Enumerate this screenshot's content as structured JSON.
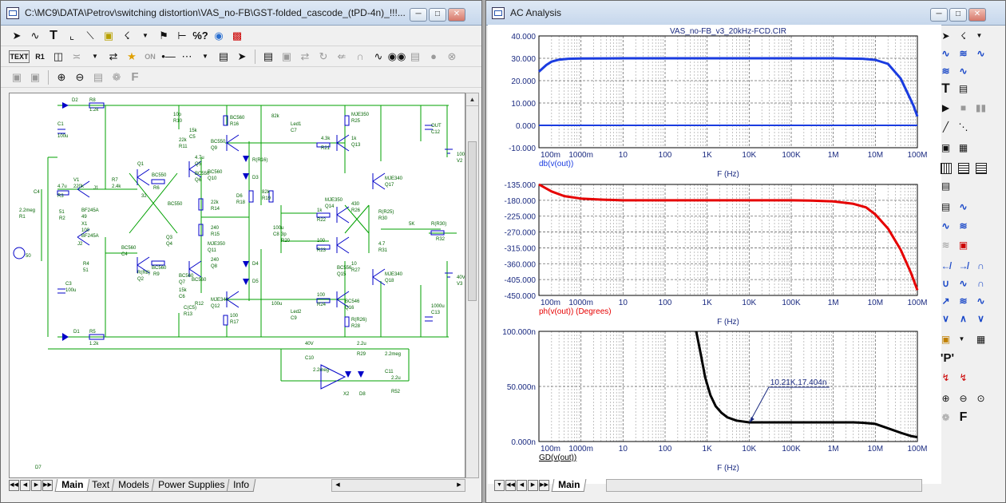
{
  "left_window": {
    "title": "C:\\MC9\\DATA\\Petrov\\switching distortion\\VAS_no-FB\\GST-folded_cascode_(tPD-4n)_!!!...",
    "tabs": [
      "Main",
      "Text",
      "Models",
      "Power Supplies",
      "Info"
    ],
    "active_tab": "Main",
    "toolbar1": [
      "select-arrow-icon",
      "wire-icon",
      "text-icon",
      "ortho-wire-icon",
      "diagonal-wire-icon",
      "flag-icon",
      "component-icon",
      "pin-flag-icon",
      "info-icon",
      "help-icon",
      "globe-icon",
      "toggle-icon"
    ],
    "toolbar2_text_button": "TEXT",
    "toolbar2_r1_label": "R1",
    "toolbar2_on_label": "ON",
    "schematic": {
      "components": [
        "D2",
        "R8",
        "1.2k",
        "C1",
        "100u",
        "C4",
        "4.7u",
        "R3",
        "51",
        "R2",
        "2.2meg",
        "R1",
        "50",
        "V1",
        "220k",
        "J1",
        "BF245A",
        "49",
        "X1",
        "100",
        "BF245A",
        "J2",
        "R4",
        "51",
        "C3",
        "100u",
        "D1",
        "R5",
        "1.2k",
        "R7",
        "2.4k",
        "Q1",
        "BC550",
        "R6",
        "32",
        "BC550",
        "Q3",
        "Q4",
        "BC560",
        "R9",
        "R(R8)",
        "Q2",
        "BC560",
        "C4",
        "10p",
        "R10",
        "22k",
        "R11",
        "15k",
        "C5",
        "4.7u",
        "Q5",
        "BC550",
        "Q6",
        "BC560",
        "Q7",
        "BC560",
        "R12",
        "15k",
        "C6",
        "C(C5)",
        "R13",
        "22k",
        "R14",
        "240",
        "R15",
        "240",
        "Q8",
        "BC550",
        "Q9",
        "BC560",
        "Q10",
        "MJE350",
        "Q11",
        "MJE340",
        "Q12",
        "BC560",
        "R16",
        "100",
        "R17",
        "R(R16)",
        "D3",
        "D4",
        "D5",
        "D6",
        "R18",
        "82k",
        "R19",
        "82k",
        "Led1",
        "C7",
        "100u",
        "Led2",
        "C9",
        "100u",
        "C8",
        "3p",
        "R20",
        "4.3k",
        "R21",
        "1k",
        "R22",
        "100",
        "R23",
        "100",
        "R24",
        "1k",
        "Q13",
        "MJE350",
        "Q14",
        "BC556",
        "Q15",
        "BC546",
        "Q16",
        "MJE340",
        "Q17",
        "MJE340",
        "Q18",
        "MJE350",
        "R25",
        "430",
        "R26",
        "10",
        "R27",
        "R(R26)",
        "R28",
        "R(R25)",
        "R30",
        "4.7",
        "R31",
        "R(R30)",
        "R32",
        "5K",
        "OUT",
        "C12",
        "1000u",
        "C13",
        "1000u",
        "V2",
        "40V",
        "V3",
        "40V",
        "C10",
        "2.2u",
        "R29",
        "2.2meg",
        "C11",
        "2.2u",
        "R52",
        "2.2meg",
        "X2",
        "D8",
        "D7"
      ]
    }
  },
  "right_window": {
    "title": "AC Analysis",
    "tabs": [
      "Main"
    ],
    "active_tab": "Main",
    "right_toolbar": [
      "select-arrow-icon",
      "scale-icon",
      "chevron-down-icon",
      "wave-icon-1",
      "wave-icon-2",
      "wave-icon-3",
      "wave-icon-4",
      "text-icon",
      "properties-icon",
      "play-icon",
      "stop-icon",
      "pause-icon",
      "line-icon",
      "line-icon-2",
      "box-icon",
      "grid-icon",
      "grid-icon-2",
      "grid-icon-3",
      "grid-icon-4",
      "data-icon",
      "panel-icon",
      "cursor-icon",
      "peak-icon",
      "slope-icon",
      "valley-icon",
      "plus-icon",
      "properties-icon-2",
      "P-icon",
      "cursor-left-icon",
      "cursor-right-icon",
      "zoom-in-icon",
      "zoom-out-icon",
      "zoom-extent-icon",
      "font-icon"
    ],
    "p_label": "'P'",
    "f_label": "F"
  },
  "chart_data": [
    {
      "type": "line",
      "title": "VAS_no-FB_v3_20kHz-FCD.CIR",
      "xlabel": "F (Hz)",
      "ylabel": "db(v(out))",
      "xscale": "log",
      "xlim": [
        0.1,
        100000000
      ],
      "ylim": [
        -10,
        40
      ],
      "yticks": [
        "40.000",
        "30.000",
        "20.000",
        "10.000",
        "0.000",
        "-10.000"
      ],
      "xticks": [
        "100m",
        "1000m",
        "10",
        "100",
        "1K",
        "10K",
        "100K",
        "1M",
        "10M",
        "100M"
      ],
      "grid": true,
      "color": "#1a3ce0",
      "series": [
        {
          "name": "db(v(out))",
          "color": "#1a3ce0",
          "x": [
            0.1,
            0.15,
            0.2,
            0.3,
            0.5,
            1,
            10,
            100,
            1000,
            10000,
            100000,
            1000000,
            5000000,
            10000000,
            20000000,
            40000000,
            60000000,
            80000000,
            100000000
          ],
          "y": [
            24,
            27,
            28.5,
            29.4,
            29.8,
            29.9,
            30,
            30,
            30,
            30,
            30,
            30,
            29.8,
            29.3,
            27.5,
            21,
            14,
            9,
            4
          ]
        },
        {
          "name": "",
          "color": "#1a3ce0",
          "x": [
            0.1,
            100000000
          ],
          "y": [
            0,
            0
          ]
        }
      ]
    },
    {
      "type": "line",
      "xlabel": "F (Hz)",
      "ylabel": "ph(v(out)) (Degrees)",
      "xscale": "log",
      "xlim": [
        0.1,
        100000000
      ],
      "ylim": [
        -450,
        -135
      ],
      "yticks": [
        "-135.000",
        "-180.000",
        "-225.000",
        "-270.000",
        "-315.000",
        "-360.000",
        "-405.000",
        "-450.000"
      ],
      "xticks": [
        "100m",
        "1000m",
        "10",
        "100",
        "1K",
        "10K",
        "100K",
        "1M",
        "10M",
        "100M"
      ],
      "grid": true,
      "series": [
        {
          "name": "ph(v(out)) (Degrees)",
          "color": "#e60000",
          "x": [
            0.1,
            0.2,
            0.4,
            1,
            3,
            10,
            100,
            1000,
            10000,
            100000,
            300000,
            1000000,
            3000000,
            6000000,
            10000000,
            20000000,
            40000000,
            70000000,
            100000000
          ],
          "y": [
            -135,
            -155,
            -168,
            -175,
            -178,
            -180,
            -180,
            -180,
            -180,
            -180,
            -181,
            -183,
            -190,
            -200,
            -220,
            -260,
            -320,
            -385,
            -435
          ]
        }
      ]
    },
    {
      "type": "line",
      "xlabel": "F (Hz)",
      "ylabel": "GD(v(out))",
      "xscale": "log",
      "xlim": [
        0.1,
        100000000
      ],
      "ylim": [
        0,
        100
      ],
      "yticks": [
        "100.000n",
        "50.000n",
        "0.000n"
      ],
      "xticks": [
        "100m",
        "1000m",
        "10",
        "100",
        "1K",
        "10K",
        "100K",
        "1M",
        "10M",
        "100M"
      ],
      "grid": true,
      "annotation": {
        "text": "10.21K,17.404n",
        "x": 10210,
        "y": 17.404
      },
      "series": [
        {
          "name": "GD(v(out))",
          "color": "#000000",
          "x": [
            550,
            700,
            900,
            1200,
            1600,
            2200,
            3000,
            5000,
            10000,
            100000,
            1000000,
            3000000,
            5000000,
            10000000,
            20000000,
            40000000,
            70000000,
            100000000
          ],
          "y": [
            100,
            80,
            58,
            42,
            32,
            26,
            22,
            19,
            17.4,
            17.4,
            17.4,
            17.4,
            17,
            16,
            12,
            8,
            5,
            4
          ]
        }
      ]
    }
  ]
}
